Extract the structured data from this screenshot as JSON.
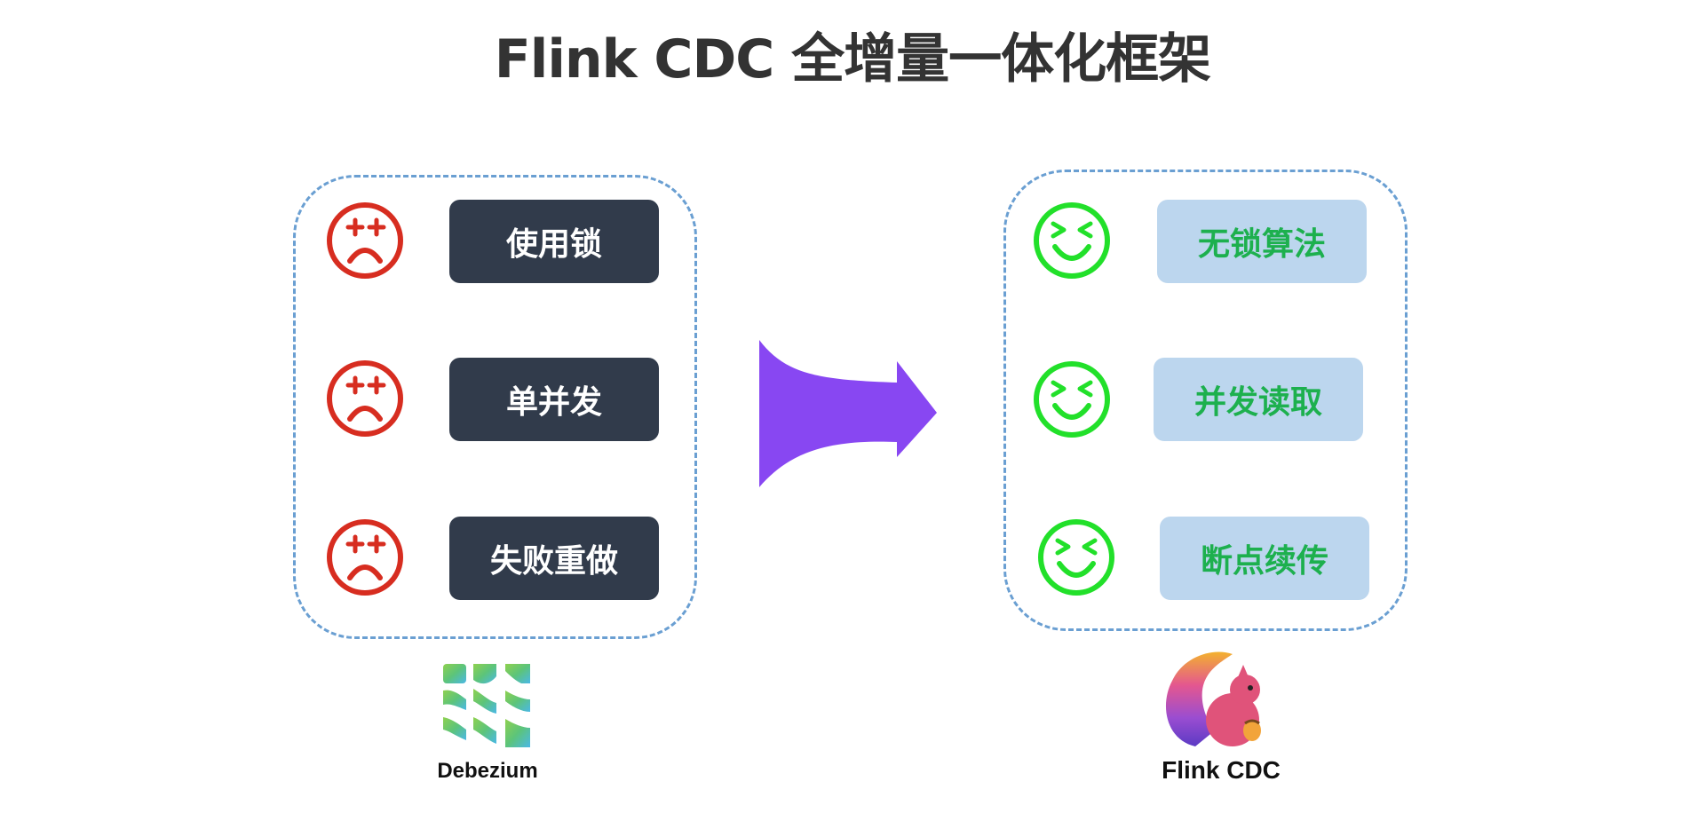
{
  "title": "Flink CDC 全增量一体化框架",
  "left_group": {
    "items": [
      "使用锁",
      "单并发",
      "失败重做"
    ],
    "face_icon": "sad-face-icon",
    "face_color": "#d72d20",
    "pill_color": "#313b4b"
  },
  "right_group": {
    "items": [
      "无锁算法",
      "并发读取",
      "断点续传"
    ],
    "face_icon": "happy-face-icon",
    "face_color": "#22e02a",
    "pill_color": "#bcd6ee",
    "text_color": "#1db04e"
  },
  "arrow_color": "#8847f2",
  "logos": {
    "left_caption": "Debezium",
    "right_caption": "Flink CDC"
  }
}
